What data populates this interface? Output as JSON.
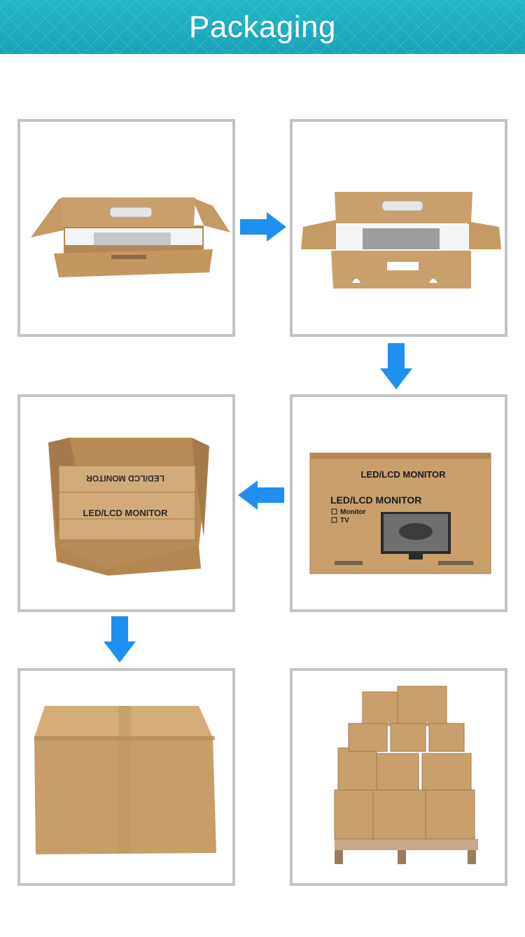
{
  "header": {
    "title": "Packaging"
  },
  "colors": {
    "header_bg": "#1fb0c3",
    "arrow": "#1f8ff0",
    "panel_border": "#c4c4c4",
    "cardboard": "#c9a06b",
    "cardboard_dark": "#a9804e"
  },
  "steps": [
    {
      "name": "open-box-with-monitor"
    },
    {
      "name": "open-box-with-monitor-closeup"
    },
    {
      "name": "printed-monitor-box",
      "box_label": "LED/LCD MONITOR",
      "options": [
        "Monitor",
        "TV"
      ]
    },
    {
      "name": "outer-carton-with-boxes",
      "box_labels": [
        "LED/LCD MONITOR",
        "LED/LCD MONITOR"
      ]
    },
    {
      "name": "sealed-carton"
    },
    {
      "name": "palletized-cartons"
    }
  ],
  "arrows": [
    "arrow-right",
    "arrow-down",
    "arrow-left",
    "arrow-down"
  ]
}
